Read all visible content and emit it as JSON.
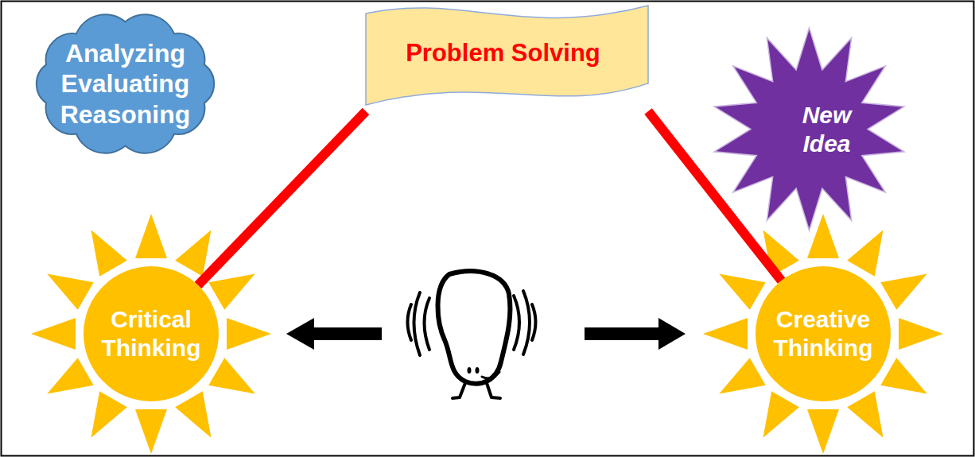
{
  "diagram": {
    "nodes": [
      {
        "text": [
          "Analyzing Evaluating Reasoning"
        ]
      },
      {
        "text": [
          "Problem Solving"
        ]
      },
      {
        "text": [
          "New Idea"
        ]
      },
      {
        "text": [
          "Critical Thinking"
        ]
      },
      {
        "text": [
          "Creative Thinking"
        ]
      }
    ],
    "edges": [
      {
        "from": 1,
        "to": 3,
        "arrow": "none"
      },
      {
        "from": 1,
        "to": 4,
        "arrow": "none"
      }
    ]
  }
}
